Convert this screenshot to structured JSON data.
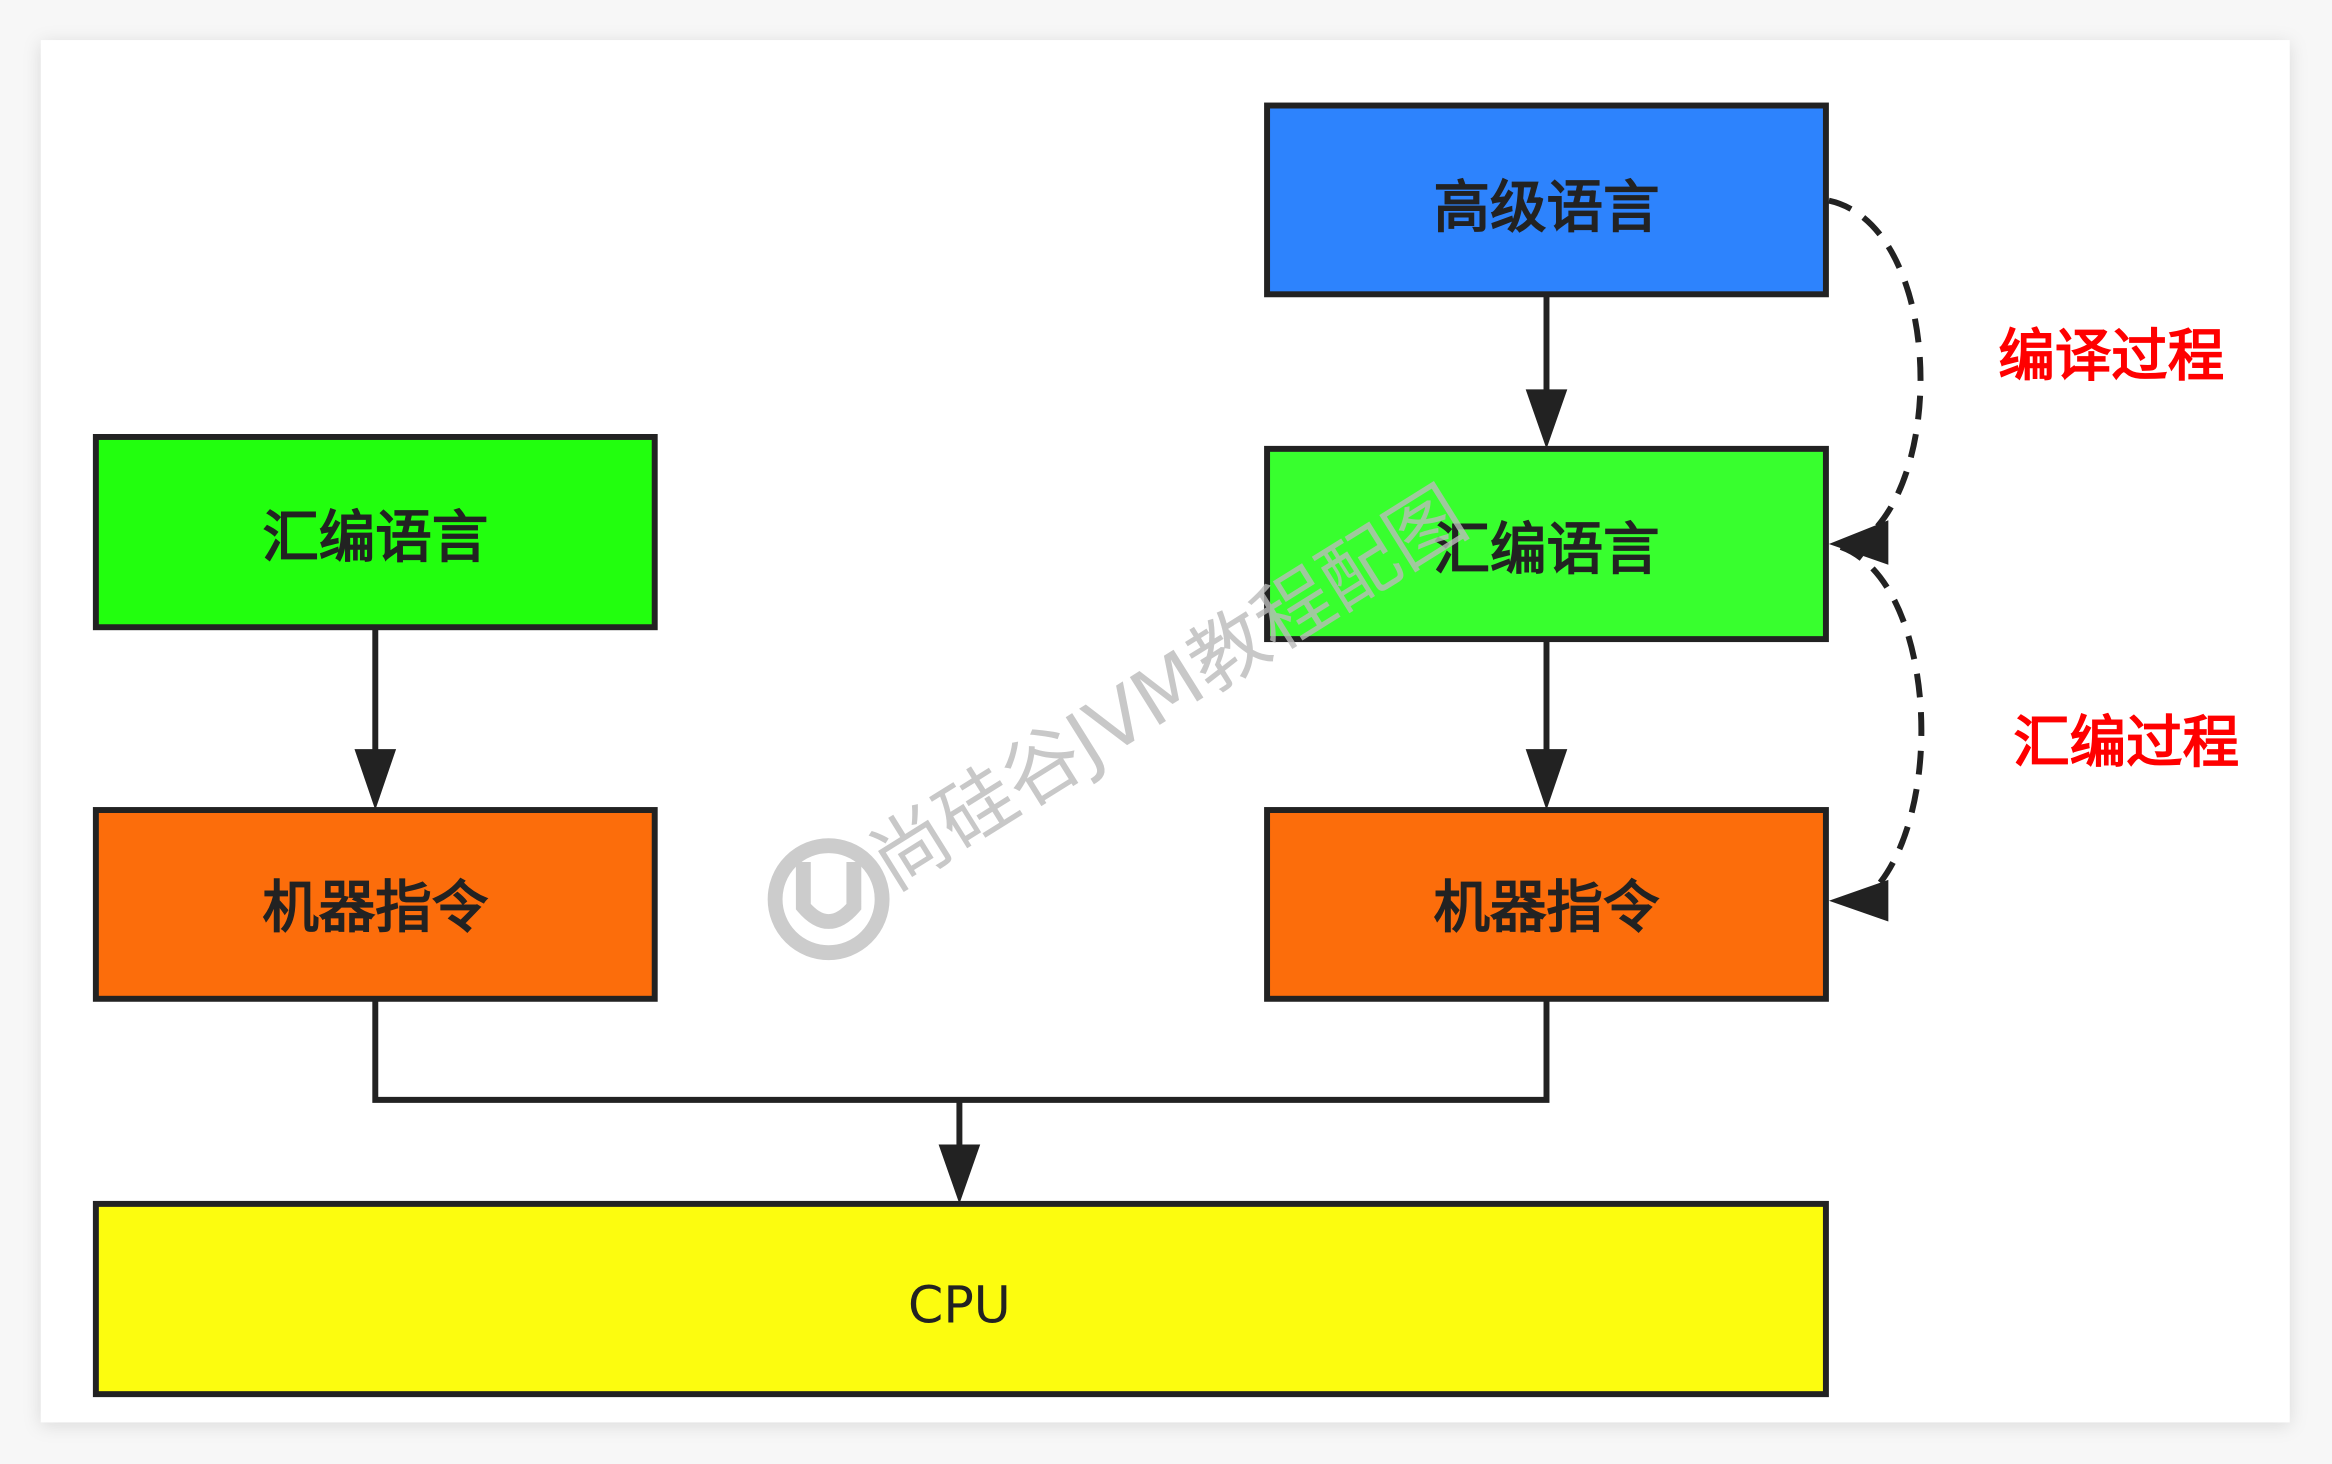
{
  "diagram": {
    "high_level": {
      "label": "高级语言",
      "color": "#2d83fd"
    },
    "asm_right": {
      "label": "汇编语言",
      "color": "#38ff2e"
    },
    "asm_left": {
      "label": "汇编语言",
      "color": "#22ff0e"
    },
    "machine_left": {
      "label": "机器指令",
      "color": "#fc6d0b"
    },
    "machine_right": {
      "label": "机器指令",
      "color": "#fc6d0b"
    },
    "cpu": {
      "label": "CPU",
      "color": "#fcfc0f"
    },
    "compile_process": {
      "label": "编译过程",
      "color": "#ff0000"
    },
    "assemble_process": {
      "label": "汇编过程",
      "color": "#ff0000"
    }
  },
  "watermark": {
    "text": "尚硅谷JVM教程配图"
  }
}
